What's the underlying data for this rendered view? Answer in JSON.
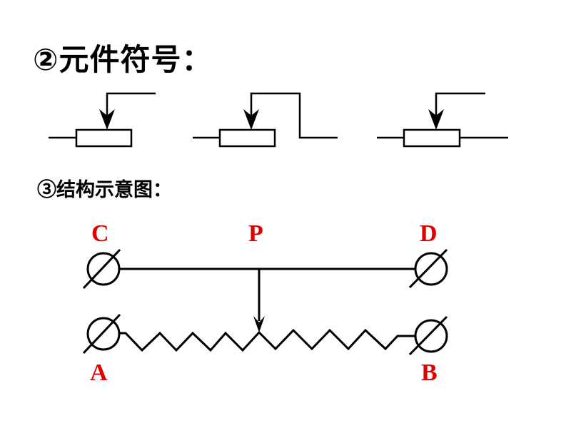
{
  "heading_symbols": "②元件符号：",
  "heading_structure": "③结构示意图：",
  "symbols": [
    {
      "name": "potentiometer-symbol-variant-1",
      "description": "resistor with slider arrow from top-right lead"
    },
    {
      "name": "potentiometer-symbol-variant-2",
      "description": "resistor with slider lead looping to right terminal"
    },
    {
      "name": "potentiometer-symbol-variant-3",
      "description": "resistor with both leads and slider arrow"
    }
  ],
  "structure": {
    "terminals": {
      "C": "C",
      "D": "D",
      "A": "A",
      "B": "B"
    },
    "slider_label": "P",
    "label_color": "#e00000",
    "line_color": "#000000"
  }
}
